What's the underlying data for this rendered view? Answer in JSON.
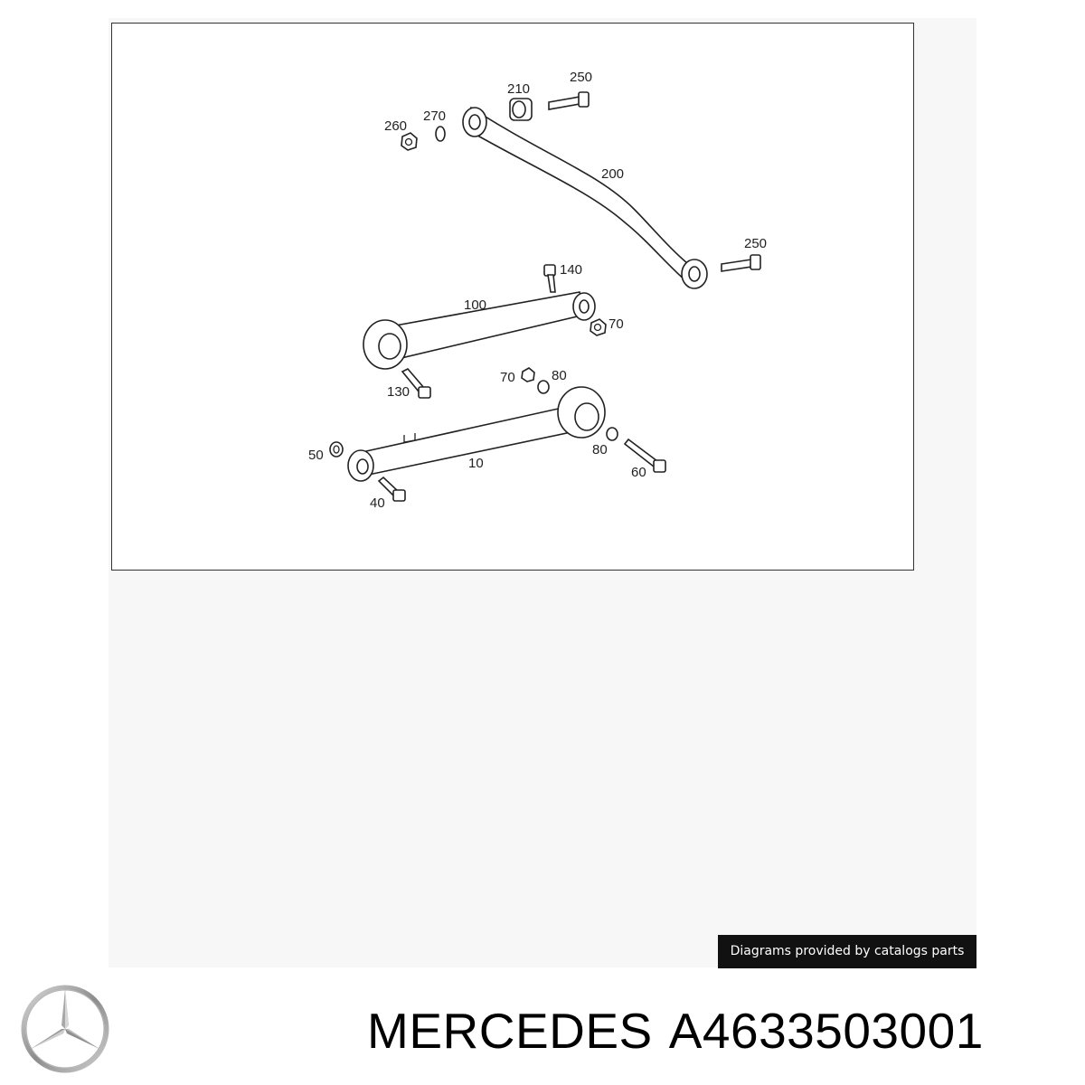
{
  "diagram": {
    "labels": {
      "p10": "10",
      "p40": "40",
      "p50": "50",
      "p60": "60",
      "p70a": "70",
      "p70b": "70",
      "p80a": "80",
      "p80b": "80",
      "p100": "100",
      "p130": "130",
      "p140": "140",
      "p200": "200",
      "p210": "210",
      "p250a": "250",
      "p250b": "250",
      "p260": "260",
      "p270": "270"
    }
  },
  "credit": {
    "text": "Diagrams provided by catalogs parts"
  },
  "footer": {
    "logo_icon": "mercedes-star-icon",
    "brand": "MERCEDES",
    "part_number": "A4633503001"
  }
}
